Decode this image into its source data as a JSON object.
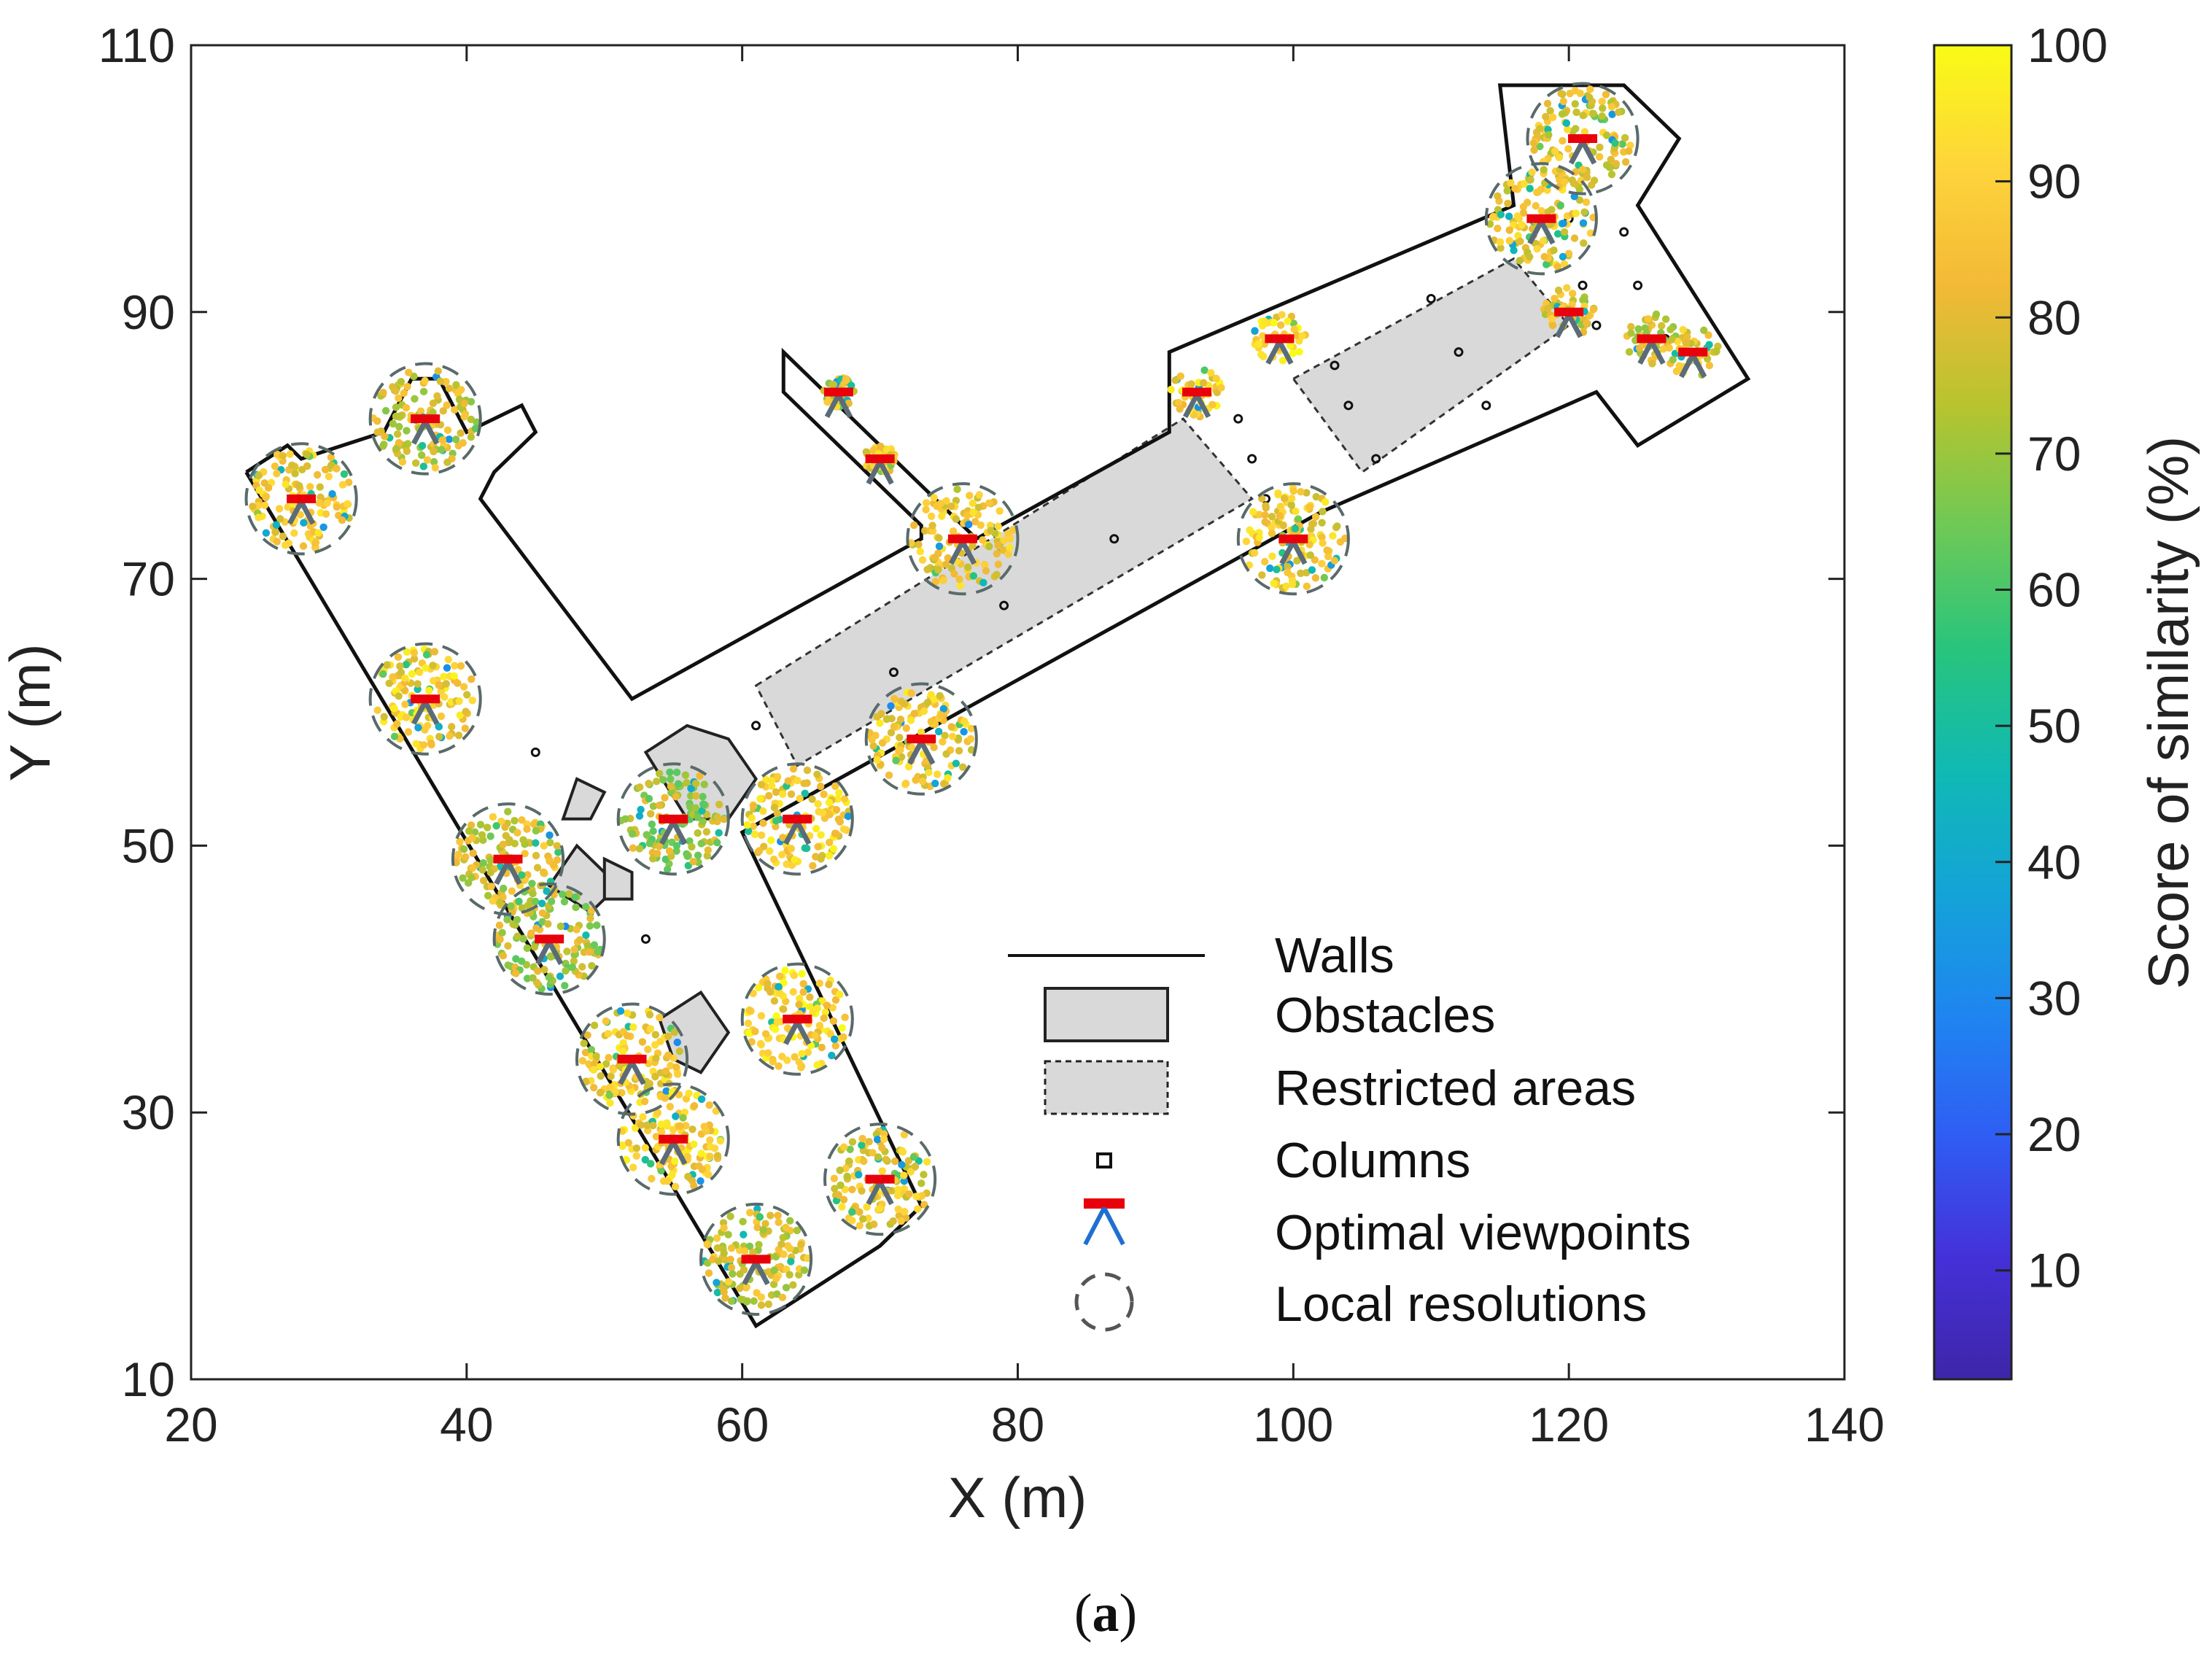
{
  "chart_data": {
    "type": "scatter",
    "xlabel": "X (m)",
    "ylabel": "Y (m)",
    "xlim": [
      20,
      140
    ],
    "ylim": [
      10,
      110
    ],
    "xticks": [
      20,
      40,
      60,
      80,
      100,
      120,
      140
    ],
    "yticks": [
      10,
      30,
      50,
      70,
      90,
      110
    ],
    "grid": false,
    "colorbar": {
      "label": "Score of similarity (%)",
      "range": [
        2,
        100
      ],
      "ticks": [
        10,
        20,
        30,
        40,
        50,
        60,
        70,
        80,
        90,
        100
      ],
      "colormap": [
        "#3e26a8",
        "#4530d8",
        "#2f5df4",
        "#1f85f0",
        "#14a3d8",
        "#10b9b4",
        "#27c47e",
        "#6cc957",
        "#b5c42f",
        "#f2b936",
        "#fed43b",
        "#f9fb15"
      ]
    },
    "legend": {
      "position": "bottom-right",
      "entries": [
        "Walls",
        "Obstacles",
        "Restricted areas",
        "Columns",
        "Optimal viewpoints",
        "Local resolutions"
      ]
    },
    "walls": [
      [
        [
          24,
          78
        ],
        [
          27,
          80
        ],
        [
          28,
          79
        ],
        [
          34,
          81
        ],
        [
          36,
          85
        ],
        [
          38,
          85
        ],
        [
          40,
          81
        ],
        [
          44,
          83
        ],
        [
          45,
          81
        ],
        [
          42,
          78
        ],
        [
          41,
          76
        ],
        [
          52,
          61
        ],
        [
          73,
          73
        ],
        [
          73,
          74
        ],
        [
          63,
          84
        ],
        [
          63,
          87
        ],
        [
          77,
          73
        ],
        [
          91,
          81
        ],
        [
          91,
          87
        ],
        [
          116,
          98
        ],
        [
          115,
          107
        ],
        [
          124,
          107
        ],
        [
          128,
          103
        ],
        [
          125,
          98
        ],
        [
          133,
          85
        ],
        [
          125,
          80
        ],
        [
          122,
          84
        ],
        [
          102,
          75
        ],
        [
          60,
          51
        ],
        [
          73,
          23
        ],
        [
          70,
          20
        ],
        [
          61,
          14
        ],
        [
          24,
          78
        ]
      ]
    ],
    "obstacles": [
      [
        [
          53,
          57
        ],
        [
          56,
          59
        ],
        [
          59,
          58
        ],
        [
          61,
          55
        ],
        [
          59,
          52
        ],
        [
          56,
          52
        ],
        [
          53,
          57
        ]
      ],
      [
        [
          48,
          55
        ],
        [
          50,
          54
        ],
        [
          49,
          52
        ],
        [
          47,
          52
        ],
        [
          48,
          55
        ]
      ],
      [
        [
          48,
          50
        ],
        [
          51,
          47
        ],
        [
          49,
          45
        ],
        [
          46,
          47
        ],
        [
          48,
          50
        ]
      ],
      [
        [
          50,
          49
        ],
        [
          52,
          48
        ],
        [
          52,
          46
        ],
        [
          50,
          46
        ],
        [
          50,
          49
        ]
      ],
      [
        [
          54,
          37
        ],
        [
          57,
          39
        ],
        [
          59,
          36
        ],
        [
          57,
          33
        ],
        [
          55,
          34
        ],
        [
          54,
          37
        ]
      ]
    ],
    "restricted_areas": [
      [
        [
          61,
          62
        ],
        [
          92,
          82
        ],
        [
          97,
          76
        ],
        [
          64,
          56
        ],
        [
          61,
          62
        ]
      ],
      [
        [
          100,
          85
        ],
        [
          116,
          94
        ],
        [
          120,
          89
        ],
        [
          105,
          78
        ],
        [
          100,
          85
        ]
      ]
    ],
    "columns": [
      {
        "x": 45,
        "y": 57
      },
      {
        "x": 53,
        "y": 43
      },
      {
        "x": 61,
        "y": 59
      },
      {
        "x": 71,
        "y": 63
      },
      {
        "x": 79,
        "y": 68
      },
      {
        "x": 87,
        "y": 73
      },
      {
        "x": 96,
        "y": 82
      },
      {
        "x": 97,
        "y": 79
      },
      {
        "x": 98,
        "y": 76
      },
      {
        "x": 103,
        "y": 86
      },
      {
        "x": 104,
        "y": 83
      },
      {
        "x": 106,
        "y": 79
      },
      {
        "x": 110,
        "y": 91
      },
      {
        "x": 112,
        "y": 87
      },
      {
        "x": 114,
        "y": 83
      },
      {
        "x": 120,
        "y": 97
      },
      {
        "x": 121,
        "y": 92
      },
      {
        "x": 122,
        "y": 89
      },
      {
        "x": 124,
        "y": 96
      },
      {
        "x": 125,
        "y": 92
      },
      {
        "x": 127,
        "y": 88
      }
    ],
    "viewpoints": [
      {
        "x": 28,
        "y": 76,
        "r": 4.0,
        "score": 86
      },
      {
        "x": 37,
        "y": 82,
        "r": 4.0,
        "score": 78
      },
      {
        "x": 37,
        "y": 61,
        "r": 4.0,
        "score": 88
      },
      {
        "x": 43,
        "y": 49,
        "r": 4.0,
        "score": 80
      },
      {
        "x": 46,
        "y": 43,
        "r": 4.0,
        "score": 74
      },
      {
        "x": 52,
        "y": 34,
        "r": 4.0,
        "score": 86
      },
      {
        "x": 55,
        "y": 28,
        "r": 4.0,
        "score": 88
      },
      {
        "x": 55,
        "y": 52,
        "r": 4.0,
        "score": 72
      },
      {
        "x": 61,
        "y": 19,
        "r": 4.0,
        "score": 80
      },
      {
        "x": 64,
        "y": 52,
        "r": 4.0,
        "score": 88
      },
      {
        "x": 64,
        "y": 37,
        "r": 4.0,
        "score": 90
      },
      {
        "x": 67,
        "y": 84,
        "r": 1.2,
        "score": 82
      },
      {
        "x": 70,
        "y": 79,
        "r": 1.2,
        "score": 84
      },
      {
        "x": 70,
        "y": 25,
        "r": 4.0,
        "score": 84
      },
      {
        "x": 73,
        "y": 58,
        "r": 4.0,
        "score": 86
      },
      {
        "x": 76,
        "y": 73,
        "r": 4.0,
        "score": 84
      },
      {
        "x": 93,
        "y": 84,
        "r": 2.0,
        "score": 88
      },
      {
        "x": 99,
        "y": 88,
        "r": 2.0,
        "score": 90
      },
      {
        "x": 100,
        "y": 73,
        "r": 4.0,
        "score": 86
      },
      {
        "x": 118,
        "y": 97,
        "r": 4.0,
        "score": 84
      },
      {
        "x": 120,
        "y": 90,
        "r": 2.0,
        "score": 80
      },
      {
        "x": 121,
        "y": 103,
        "r": 4.0,
        "score": 82
      },
      {
        "x": 126,
        "y": 88,
        "r": 2.0,
        "score": 78
      },
      {
        "x": 129,
        "y": 87,
        "r": 2.0,
        "score": 82
      }
    ]
  },
  "caption": {
    "open": "(",
    "letter": "a",
    "close": ")"
  }
}
